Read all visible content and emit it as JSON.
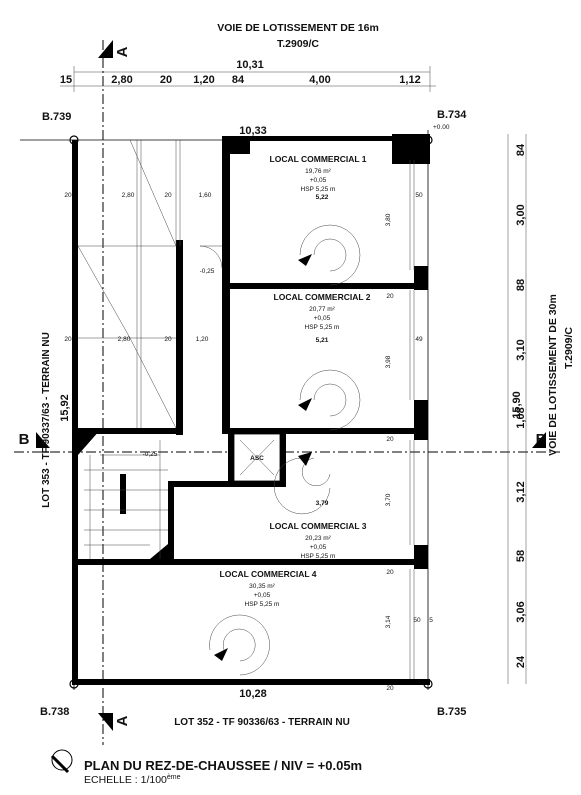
{
  "top_road": {
    "line1": "VOIE DE LOTISSEMENT DE 16m",
    "line2": "T.2909/C"
  },
  "right_road": {
    "line1": "VOIE DE LOTISSEMENT DE 30m",
    "line2": "T.2909/C"
  },
  "total_width": "10,31",
  "top_dims": [
    "15",
    "2,80",
    "20",
    "1,20",
    "84",
    "4,00",
    "1,12"
  ],
  "corners": {
    "tl": "B.739",
    "tr": "B.734",
    "bl": "B.738",
    "br": "B.735",
    "tr_level": "+0.00"
  },
  "top_inner": "10,33",
  "bottom_inner": "10,28",
  "right_dims": [
    "84",
    "3,00",
    "88",
    "3,10",
    "1,08",
    "3,12",
    "58",
    "3,06",
    "24"
  ],
  "right_total": "15,90",
  "left_total": "15,92",
  "left_lot": "LOT 353 - TF 90337/63 - TERRAIN NU",
  "bottom_lot": "LOT 352 - TF 90336/63 - TERRAIN NU",
  "section_a": "A",
  "section_b": "B",
  "rooms": [
    {
      "name": "LOCAL COMMERCIAL 1",
      "area": "19,76 m²",
      "level": "+0,05",
      "hsp": "HSP 5,25 m",
      "width": "5,22",
      "height": "3,80"
    },
    {
      "name": "LOCAL COMMERCIAL 2",
      "area": "20,77 m²",
      "level": "+0,05",
      "hsp": "HSP 5,25 m",
      "width": "5,21",
      "height": "3,98"
    },
    {
      "name": "LOCAL COMMERCIAL 3",
      "area": "20,23 m²",
      "level": "+0,05",
      "hsp": "HSP 5,25 m",
      "width": "3,79",
      "height": "3,70"
    },
    {
      "name": "LOCAL COMMERCIAL 4",
      "area": "30,35 m²",
      "level": "+0,05",
      "hsp": "HSP 5,25 m",
      "width": "",
      "height": "3,14"
    }
  ],
  "stair_dims": {
    "w1": "2,80",
    "w2": "1,60",
    "w3": "2,80",
    "w4": "1,20",
    "lvl": "-0,25",
    "lvl2": "-0,25"
  },
  "wall_marks": [
    "20",
    "50",
    "49",
    "5"
  ],
  "asc": "ASC",
  "title": "PLAN DU REZ-DE-CHAUSSEE / NIV = +0.05m",
  "scale_label": "ECHELLE : 1/100",
  "scale_sup": "ème"
}
